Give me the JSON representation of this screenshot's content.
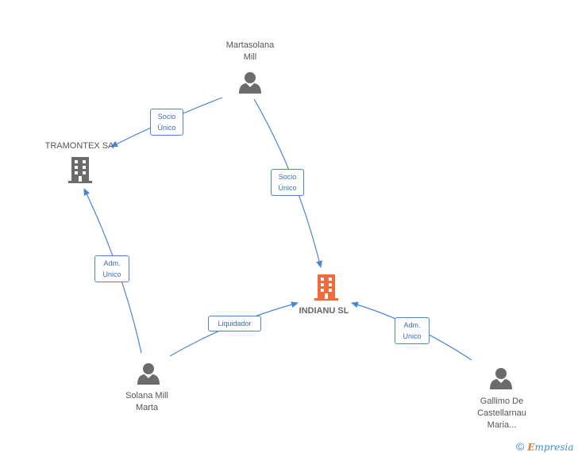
{
  "nodes": {
    "martasolana": {
      "label_line1": "Martasolana",
      "label_line2": "Mill",
      "type": "person"
    },
    "tramontex": {
      "label": "TRAMONTEX SA",
      "type": "company"
    },
    "indianu": {
      "label": "INDIANU SL",
      "type": "company-main"
    },
    "solana": {
      "label_line1": "Solana Mill",
      "label_line2": "Marta",
      "type": "person"
    },
    "gallimo": {
      "label_line1": "Gallimo De",
      "label_line2": "Castellarnau",
      "label_line3": "Maria...",
      "type": "person"
    }
  },
  "edges": {
    "socio_unico_1": {
      "line1": "Socio",
      "line2": "Único"
    },
    "socio_unico_2": {
      "line1": "Socio",
      "line2": "Único"
    },
    "adm_unico_1": {
      "line1": "Adm.",
      "line2": "Unico"
    },
    "liquidador": {
      "line1": "Liquidador"
    },
    "adm_unico_2": {
      "line1": "Adm.",
      "line2": "Unico"
    }
  },
  "colors": {
    "edge": "#4a86d4",
    "person_icon": "#6b6b6b",
    "company_icon": "#6b6b6b",
    "main_company_icon": "#f26b3a"
  },
  "footer": {
    "copyright": "©",
    "brand_e": "E",
    "brand_rest": "mpresia"
  }
}
